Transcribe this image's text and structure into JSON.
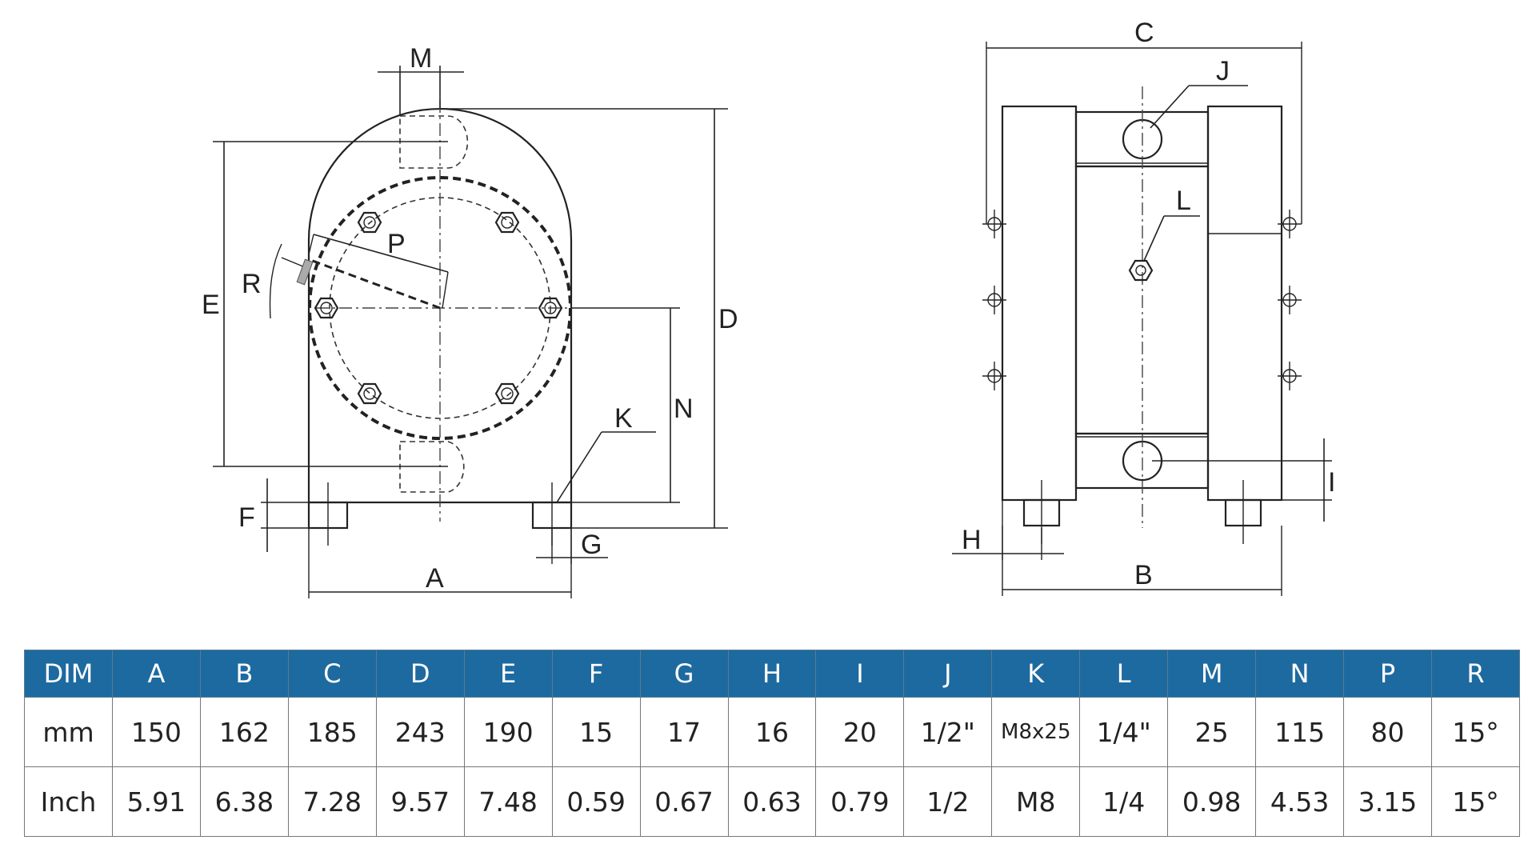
{
  "labels": {
    "front": [
      "M",
      "P",
      "R",
      "E",
      "D",
      "N",
      "K",
      "F",
      "G",
      "A"
    ],
    "side": [
      "C",
      "J",
      "L",
      "I",
      "H",
      "B"
    ]
  },
  "table": {
    "columns": [
      "DIM",
      "A",
      "B",
      "C",
      "D",
      "E",
      "F",
      "G",
      "H",
      "I",
      "J",
      "K",
      "L",
      "M",
      "N",
      "P",
      "R"
    ],
    "rows": [
      [
        "mm",
        "150",
        "162",
        "185",
        "243",
        "190",
        "15",
        "17",
        "16",
        "20",
        "1/2\"",
        "M8x25",
        "1/4\"",
        "25",
        "115",
        "80",
        "15°"
      ],
      [
        "Inch",
        "5.91",
        "6.38",
        "7.28",
        "9.57",
        "7.48",
        "0.59",
        "0.67",
        "0.63",
        "0.79",
        "1/2",
        "M8",
        "1/4",
        "0.98",
        "4.53",
        "3.15",
        "15°"
      ]
    ]
  },
  "colors": {
    "header_bg": "#1d6aa0",
    "header_text": "#ffffff",
    "line": "#222222"
  }
}
